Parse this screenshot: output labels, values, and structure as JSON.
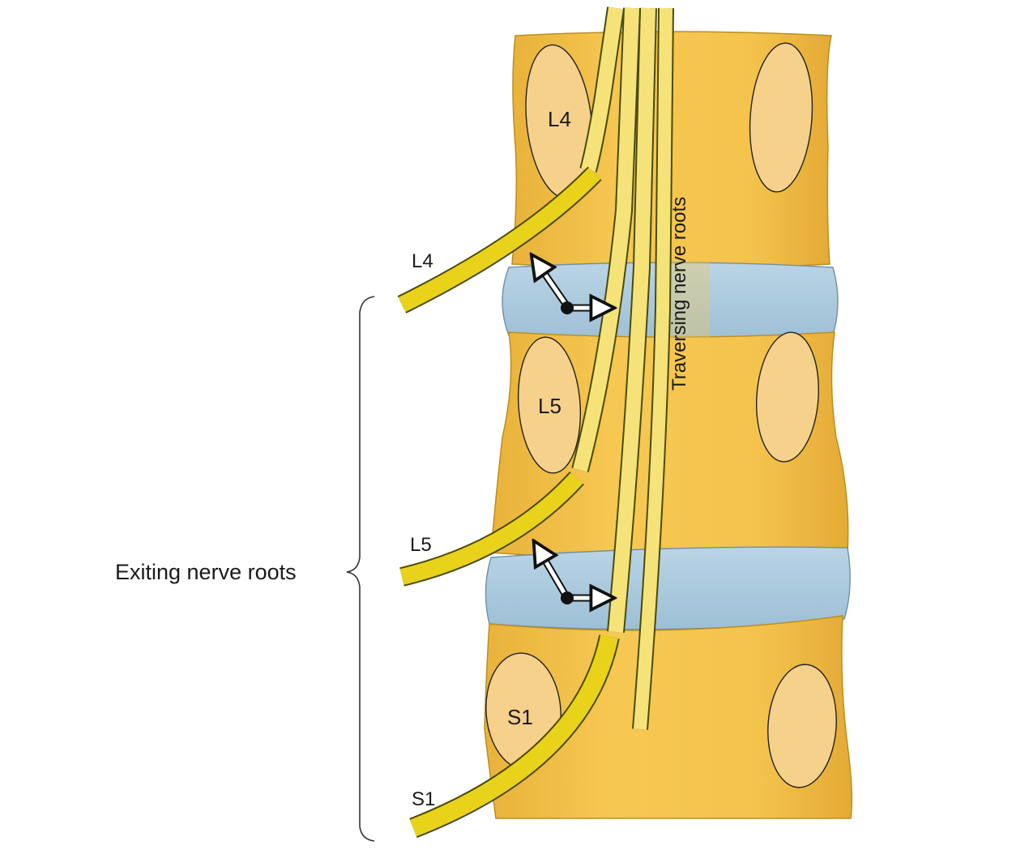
{
  "labels": {
    "vertebra_l4": "L4",
    "vertebra_l5": "L5",
    "vertebra_s1": "S1",
    "root_l4": "L4",
    "root_l5": "L5",
    "root_s1": "S1",
    "exiting": "Exiting nerve roots",
    "traversing": "Traversing nerve roots"
  },
  "colors": {
    "background": "#ffffff",
    "bone": "#f3c04a",
    "bone_edge": "#b8901f",
    "bone_highlight": "#f7d370",
    "pedicle": "#f5d18c",
    "disc": "#a9c8dc",
    "disc_edge": "#6f8fa6",
    "nerve": "#e9d21a",
    "nerve_light": "#f6e98c",
    "nerve_edge": "#6b6a10",
    "marker": "#111111"
  }
}
